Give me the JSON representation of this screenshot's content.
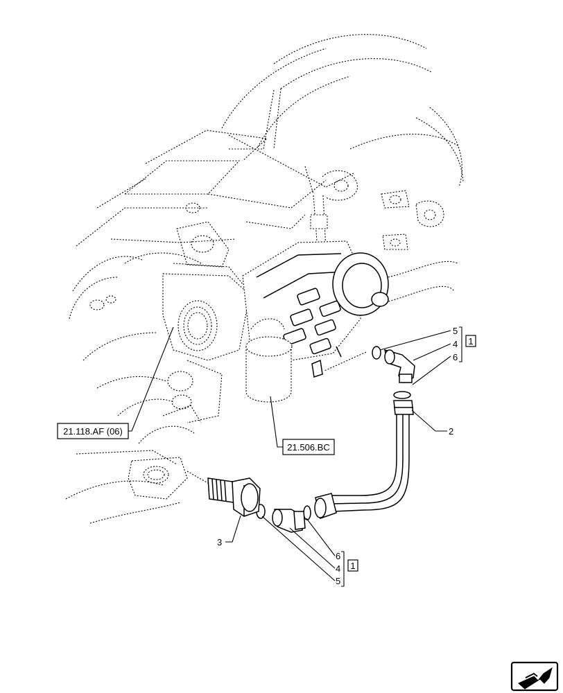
{
  "references": {
    "transmission": "21.118.AF (06)",
    "filter": "21.506.BC"
  },
  "callouts": {
    "upper": {
      "top": "5",
      "mid": "4",
      "bottom": "6",
      "group": "1"
    },
    "lower": {
      "top": "6",
      "mid": "4",
      "bottom": "5",
      "group": "1"
    },
    "pipe": "2",
    "adapter": "3"
  },
  "icons": {
    "navigation": "next-page-arrow-icon"
  }
}
